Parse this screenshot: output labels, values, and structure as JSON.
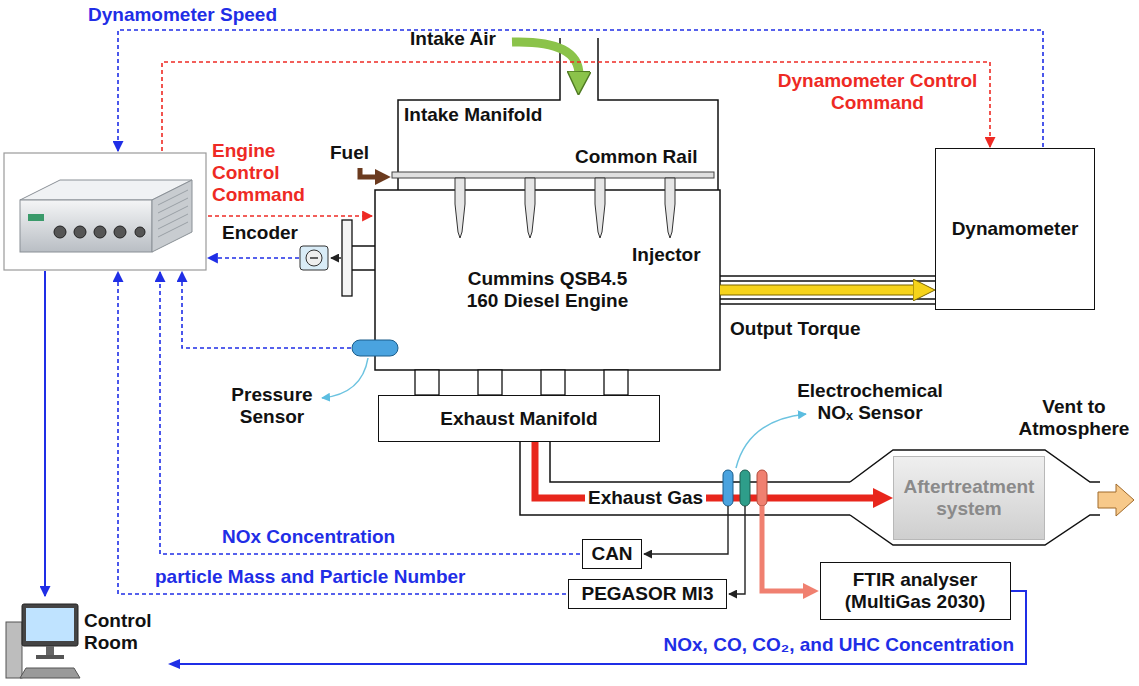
{
  "diagram": {
    "nodes": [
      {
        "text": [
          "Intake Manifold"
        ]
      },
      {
        "text": [
          "Cummins QSB4.5 160 Diesel Engine"
        ]
      },
      {
        "text": [
          "Dynamometer"
        ]
      },
      {
        "text": [
          "Exhaust Manifold"
        ]
      },
      {
        "text": [
          "Aftertreatment system"
        ]
      },
      {
        "text": [
          "CAN"
        ]
      },
      {
        "text": [
          "PEGASOR MI3"
        ]
      },
      {
        "text": [
          "FTIR analyser (MultiGas 2030)"
        ]
      },
      {
        "text": [
          "Control Room"
        ]
      }
    ],
    "edges": [
      {
        "from": 1,
        "to": 2,
        "label": "Output Torque",
        "arrow": "to"
      },
      {
        "from": 3,
        "to": 4,
        "label": "Exhaust Gas",
        "arrow": "to"
      },
      {
        "from": 7,
        "to": 8,
        "label": "NOx, CO, CO₂, and UHC Concentration",
        "arrow": "to"
      }
    ],
    "labels": [
      "Dynamometer Speed",
      "Dynamometer Control Command",
      "Engine Control Command",
      "Intake Air",
      "Fuel",
      "Common Rail",
      "Injector",
      "Encoder",
      "Pressure Sensor",
      "Electrochemical NOₓ Sensor",
      "Vent to Atmosphere",
      "NOx Concentration",
      "particle Mass and Particle Number"
    ]
  }
}
